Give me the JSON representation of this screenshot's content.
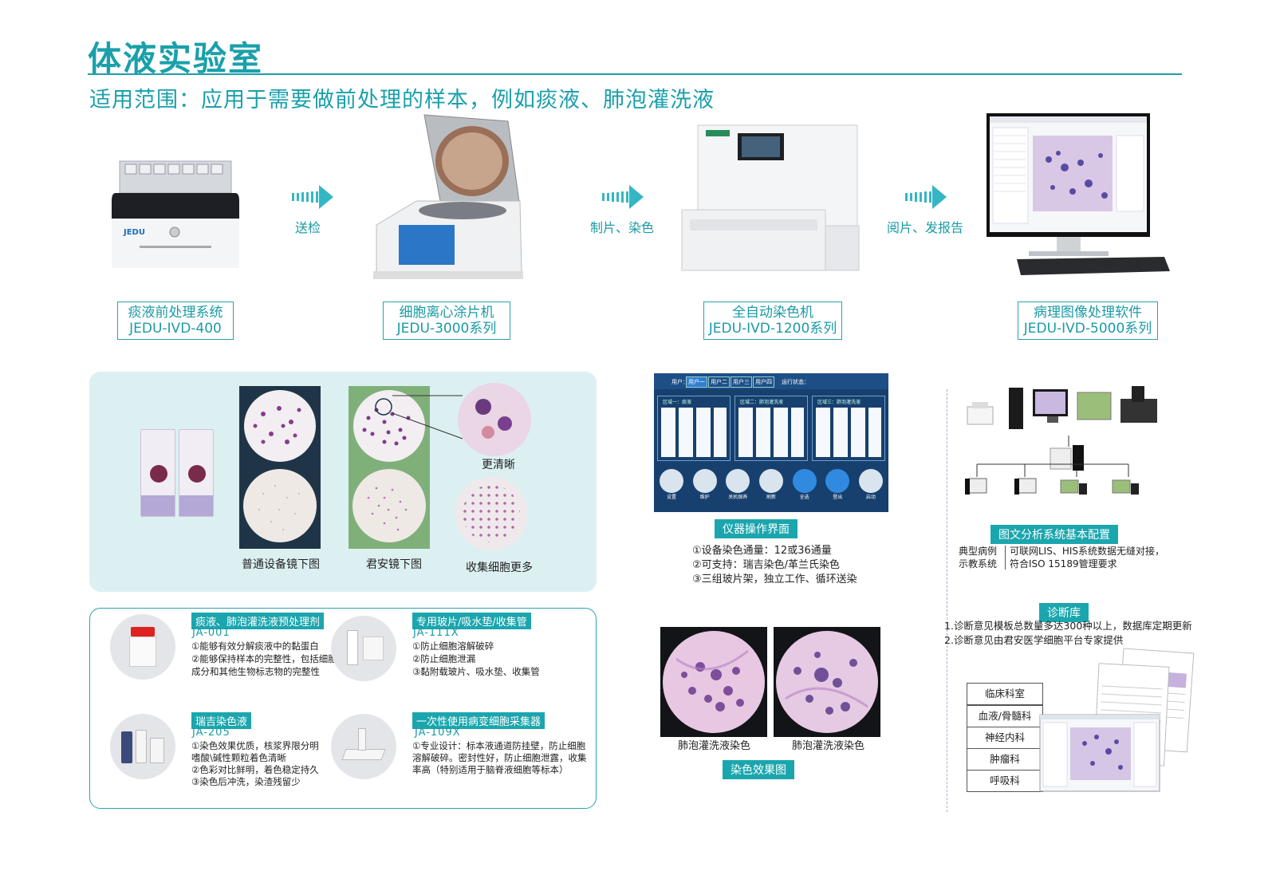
{
  "header": {
    "title": "体液实验室",
    "subtitle": "适用范围：应用于需要做前处理的样本，例如痰液、肺泡灌洗液"
  },
  "workflow": {
    "steps": [
      {
        "name": "痰液前处理系统",
        "model": "JEDU-IVD-400"
      },
      {
        "name": "细胞离心涂片机",
        "model": "JEDU-3000系列"
      },
      {
        "name": "全自动染色机",
        "model": "JEDU-IVD-1200系列"
      },
      {
        "name": "病理图像处理软件",
        "model": "JEDU-IVD-5000系列"
      }
    ],
    "arrows": [
      "送检",
      "制片、染色",
      "阅片、发报告"
    ]
  },
  "comparison": {
    "clearer": "更清晰",
    "normal": "普通设备镜下图",
    "junan": "君安镜下图",
    "more_cells": "收集细胞更多"
  },
  "products": [
    {
      "title": "痰液、肺泡灌洗液预处理剂",
      "code": "JA-001",
      "lines": [
        "①能够有效分解痰液中的黏蛋白",
        "②能够保持样本的完整性，包括细胞",
        "成分和其他生物标志物的完整性"
      ]
    },
    {
      "title": "专用玻片/吸水垫/收集管",
      "code": "JA-111X",
      "lines": [
        "①防止细胞溶解破碎",
        "②防止细胞泄漏",
        "③黏附载玻片、吸水垫、收集管"
      ]
    },
    {
      "title": "瑞吉染色液",
      "code": "JA-205",
      "lines": [
        "①染色效果优质，核浆界限分明",
        "嗜酸\\碱性颗粒着色清晰",
        "②色彩对比鲜明，着色稳定持久",
        "③染色后冲洗，染渣残留少"
      ]
    },
    {
      "title": "一次性使用病变细胞采集器",
      "code": "JA-109X",
      "lines": [
        "①专业设计：标本液通道防挂壁，防止细胞",
        "溶解破碎。密封性好，防止细胞泄露，收集",
        "率高（特别适用于脑脊液细胞等标本）"
      ]
    }
  ],
  "instrument": {
    "ui_tabs": [
      "用户：",
      "用户一",
      "用户二",
      "用户三",
      "用户四",
      "运行状态："
    ],
    "ui_groups": [
      "区域一：痰液",
      "区域二：肺泡灌洗液",
      "区域三：肺泡灌洗液"
    ],
    "ui_buttons": [
      "设置",
      "维护",
      "关机保养",
      "刷新",
      "全选",
      "登出",
      "启动"
    ],
    "label": "仪器操作界面",
    "lines": [
      "①设备染色通量：12或36通量",
      "②可支持：瑞吉染色/革兰氏染色",
      "③三组玻片架，独立工作、循环送染"
    ]
  },
  "staining": {
    "captions": [
      "肺泡灌洗液染色",
      "肺泡灌洗液染色"
    ],
    "label": "染色效果图"
  },
  "system": {
    "label": "图文分析系统基本配置",
    "left_text": [
      "典型病例",
      "示教系统"
    ],
    "right_text": [
      "可联网LIS、HIS系统数据无缝对接，",
      "符合ISO 15189管理要求"
    ]
  },
  "diagnosis": {
    "label": "诊断库",
    "lines": [
      "1.诊断意见模板总数量多达300种以上，数据库定期更新",
      "2.诊断意见由君安医学细胞平台专家提供"
    ],
    "departments": [
      "临床科室",
      "血液/骨髓科",
      "神经内科",
      "肿瘤科",
      "呼吸科"
    ]
  },
  "colors": {
    "accent": "#1aa0aa",
    "panel_bg": "#dcf0f2",
    "stain_purple": "#7a3f9c"
  }
}
